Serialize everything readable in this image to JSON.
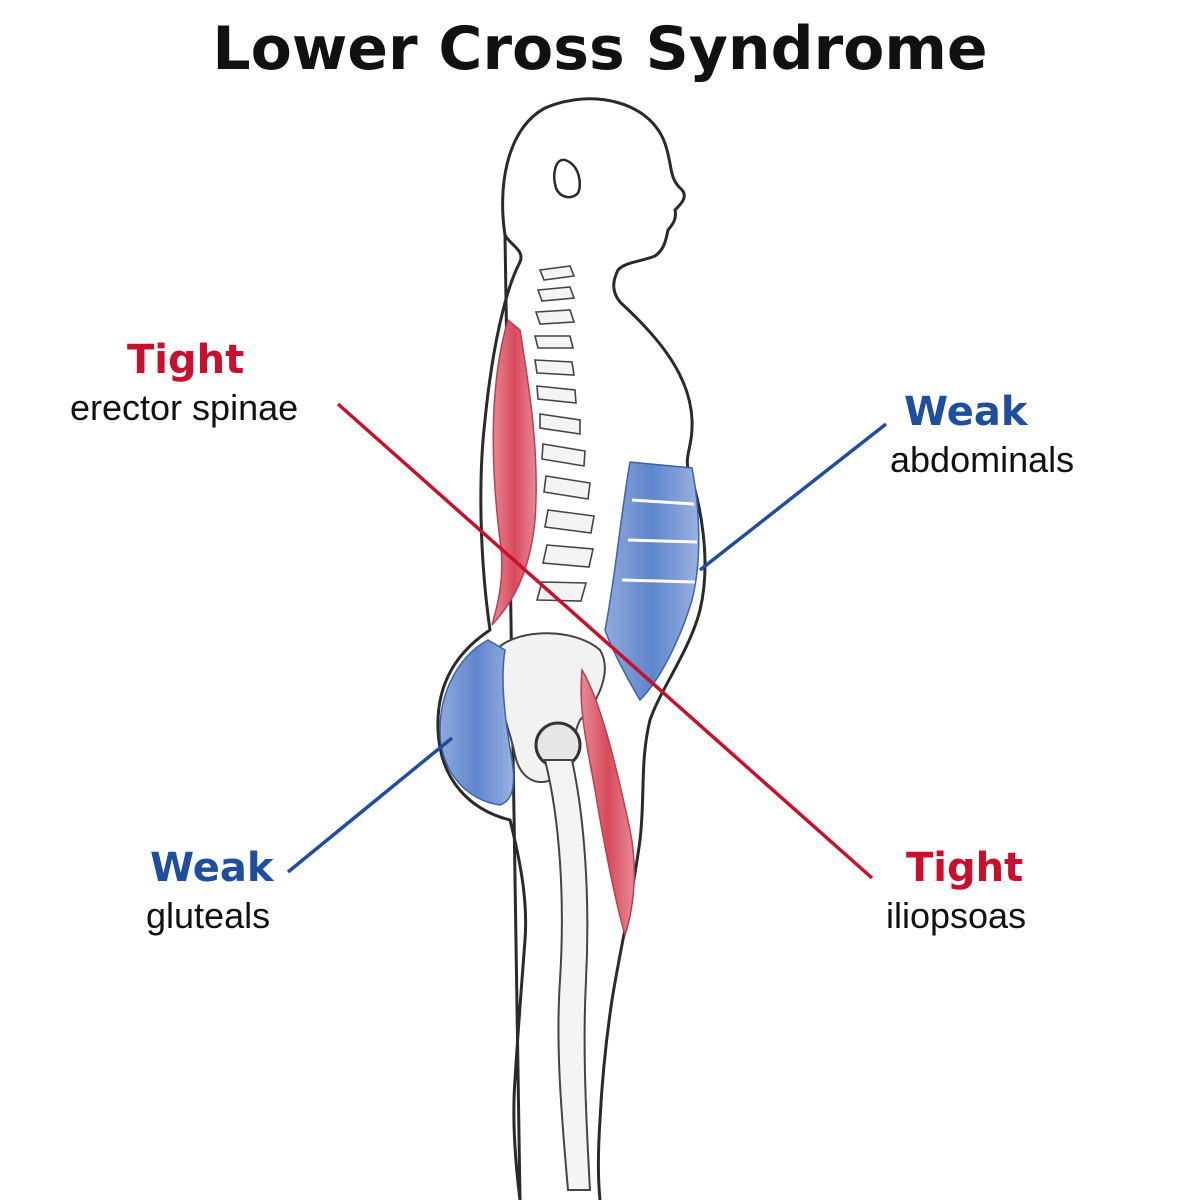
{
  "title": "Lower Cross Syndrome",
  "colors": {
    "tight": "#c8102e",
    "weak": "#1f4e9c",
    "outline": "#2a2a2a"
  },
  "callouts": {
    "erector": {
      "status": "Tight",
      "muscle": "erector spinae"
    },
    "abdominals": {
      "status": "Weak",
      "muscle": "abdominals"
    },
    "gluteals": {
      "status": "Weak",
      "muscle": "gluteals"
    },
    "iliopsoas": {
      "status": "Tight",
      "muscle": "iliopsoas"
    }
  }
}
